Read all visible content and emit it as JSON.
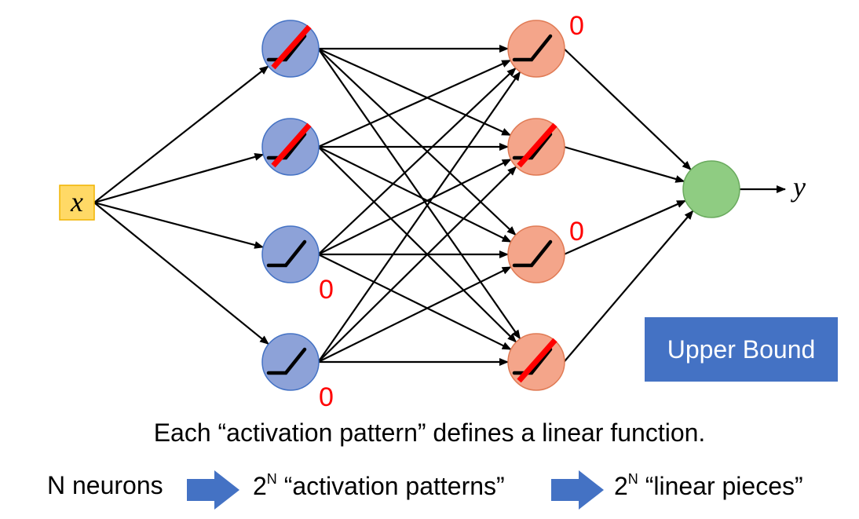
{
  "input_label": "x",
  "output_label": "y",
  "hidden_layer_1": [
    {
      "crossed": true,
      "zero_label": ""
    },
    {
      "crossed": true,
      "zero_label": ""
    },
    {
      "crossed": false,
      "zero_label": "0"
    },
    {
      "crossed": false,
      "zero_label": "0"
    }
  ],
  "hidden_layer_2": [
    {
      "crossed": false,
      "zero_label": "0"
    },
    {
      "crossed": true,
      "zero_label": ""
    },
    {
      "crossed": false,
      "zero_label": "0"
    },
    {
      "crossed": true,
      "zero_label": ""
    }
  ],
  "upper_bound_label": "Upper Bound",
  "caption": "Each “activation pattern” defines a linear function.",
  "formula": {
    "neurons": "N neurons",
    "base": "2",
    "exponent": "N",
    "patterns": "“activation patterns”",
    "pieces": "“linear pieces”"
  },
  "colors": {
    "layer1_fill": "#8da2d8",
    "layer1_stroke": "#4472c4",
    "layer2_fill": "#f4a58a",
    "layer2_stroke": "#e07b55",
    "output_fill": "#8fcc82",
    "output_stroke": "#6aaa5e",
    "input_fill": "#ffd966",
    "input_stroke": "#f0b400",
    "zero_text": "#ff0000",
    "cross_line": "#ff0000",
    "upper_bound_fill": "#4472c4",
    "arrow_fill": "#4472c4"
  }
}
